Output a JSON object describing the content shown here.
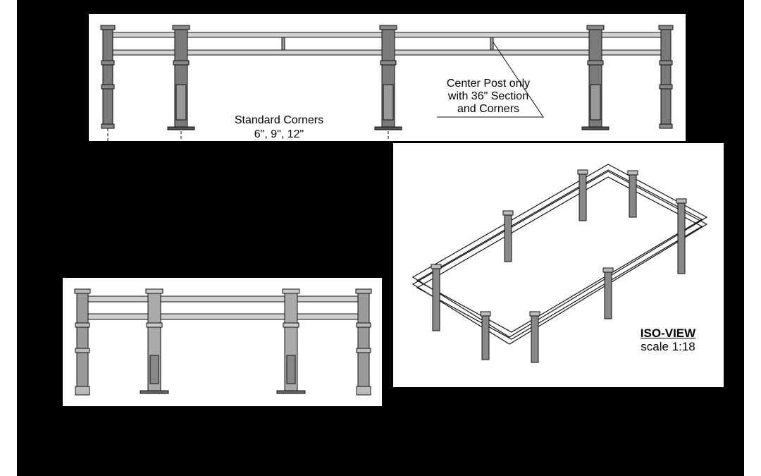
{
  "top_view": {
    "standard_corners_label": "Standard Corners",
    "standard_corners_sizes": "6\", 9\", 12\"",
    "center_post_note_line1": "Center Post only",
    "center_post_note_line2": "with 36\" Section",
    "center_post_note_line3": "and Corners"
  },
  "iso_view": {
    "title": "ISO-VIEW",
    "scale": "scale 1:18"
  },
  "colors": {
    "background": "#000000",
    "panel": "#ffffff",
    "post_fill": "#7a7a7a",
    "rail_fill": "#d0d0d0",
    "line": "#111111"
  }
}
